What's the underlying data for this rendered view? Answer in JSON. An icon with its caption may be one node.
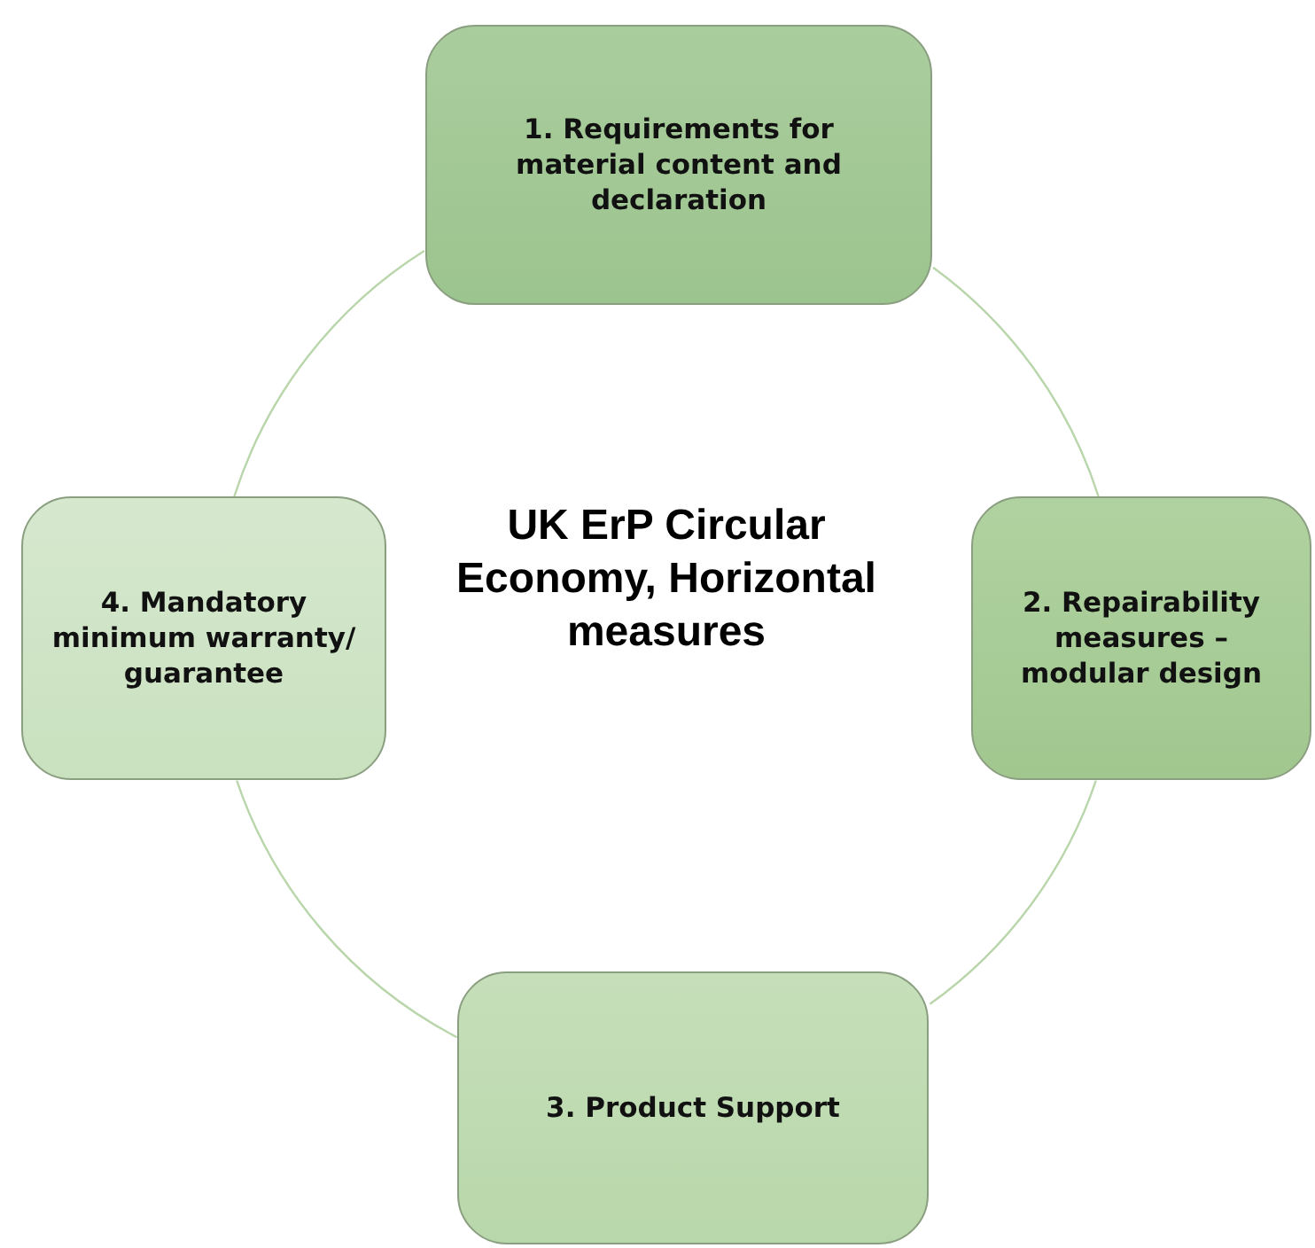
{
  "diagram": {
    "title": "UK ErP Circular Economy, Horizontal measures",
    "nodes": [
      {
        "text": [
          "1. Requirements for material content and declaration"
        ]
      },
      {
        "text": [
          "2. Repairability measures – modular design"
        ]
      },
      {
        "text": [
          "3. Product Support"
        ]
      },
      {
        "text": [
          "4. Mandatory minimum warranty/ guarantee"
        ]
      }
    ],
    "edges": [
      {
        "from": 0,
        "to": 1,
        "arrow": "none"
      },
      {
        "from": 1,
        "to": 2,
        "arrow": "none"
      },
      {
        "from": 2,
        "to": 3,
        "arrow": "none"
      },
      {
        "from": 3,
        "to": 0,
        "arrow": "none"
      }
    ]
  }
}
